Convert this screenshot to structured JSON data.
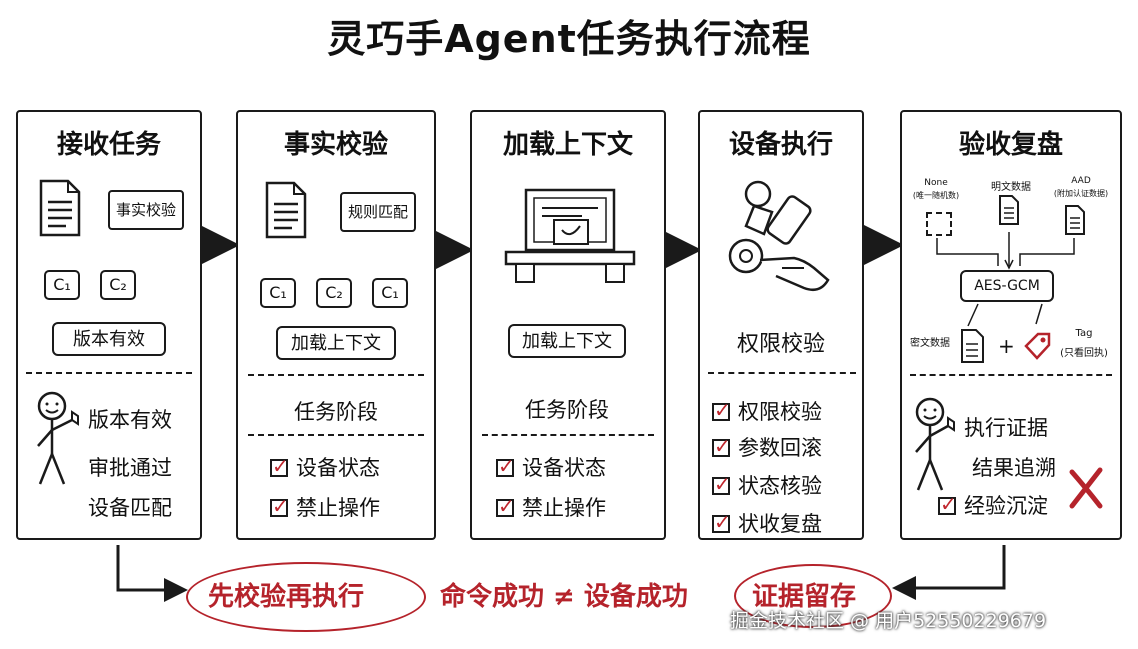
{
  "title": "灵巧手Agent任务执行流程",
  "panels": {
    "p1": {
      "heading": "接收任务",
      "bubble": "事实校验",
      "c1": "C₁",
      "c2": "C₂",
      "box": "版本有效",
      "items": [
        "版本有效",
        "审批通过",
        "设备匹配"
      ]
    },
    "p2": {
      "heading": "事实校验",
      "bubble": "规则匹配",
      "c1": "C₁",
      "c2": "C₂",
      "c3": "C₁",
      "box": "加载上下文",
      "stage": "任务阶段",
      "checks": [
        "设备状态",
        "禁止操作"
      ]
    },
    "p3": {
      "heading": "加载上下文",
      "box": "加载上下文",
      "stage": "任务阶段",
      "checks": [
        "设备状态",
        "禁止操作"
      ]
    },
    "p4": {
      "heading": "设备执行",
      "label": "权限校验",
      "checks": [
        "权限校验",
        "参数回滚",
        "状态核验",
        "状收复盘"
      ]
    },
    "p5": {
      "heading": "验收复盘",
      "none_label": "None",
      "none_sub": "(唯一随机数)",
      "plain_label": "明文数据",
      "aad_label": "AAD",
      "aad_sub": "(附加认证数据)",
      "aes": "AES-GCM",
      "cipher": "密文数据",
      "plus": "+",
      "tag_label": "Tag",
      "tag_sub": "(只看回执)",
      "items": [
        "执行证据",
        "结果追溯"
      ],
      "check": "经验沉淀"
    }
  },
  "bottom": {
    "left": "先校验再执行",
    "middle": "命令成功 ≠ 设备成功",
    "right": "证据留存"
  },
  "watermark": "掘金技术社区 @ 用户52550229679",
  "colors": {
    "accent": "#b5232b",
    "ink": "#1a1a1a"
  }
}
